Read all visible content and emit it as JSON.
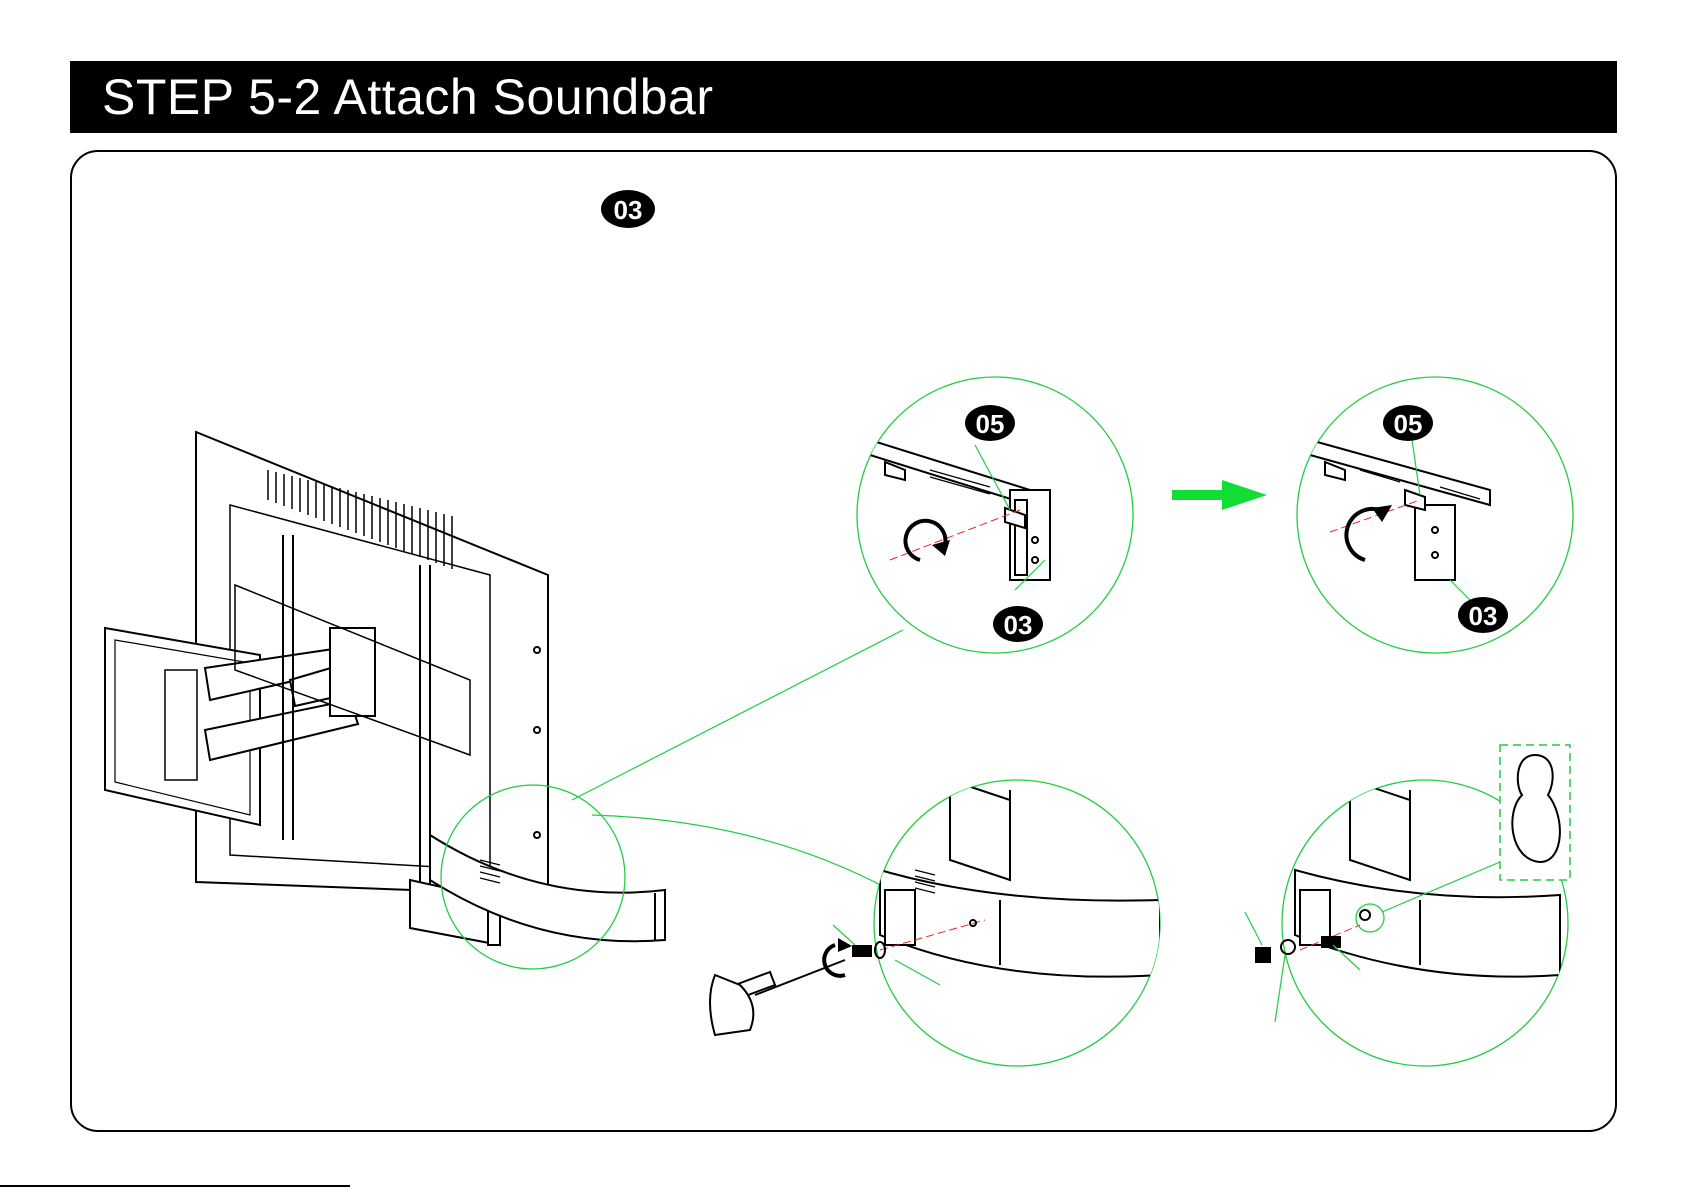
{
  "header": {
    "title": "STEP 5-2  Attach Soundbar"
  },
  "callouts": {
    "top": "03",
    "detail1_a": "05",
    "detail1_b": "03",
    "detail2_a": "05",
    "detail2_b": "03"
  },
  "colors": {
    "accent_green": "#22cc44",
    "callout_green": "#1fc93c",
    "arrow_green": "#11dd33"
  }
}
